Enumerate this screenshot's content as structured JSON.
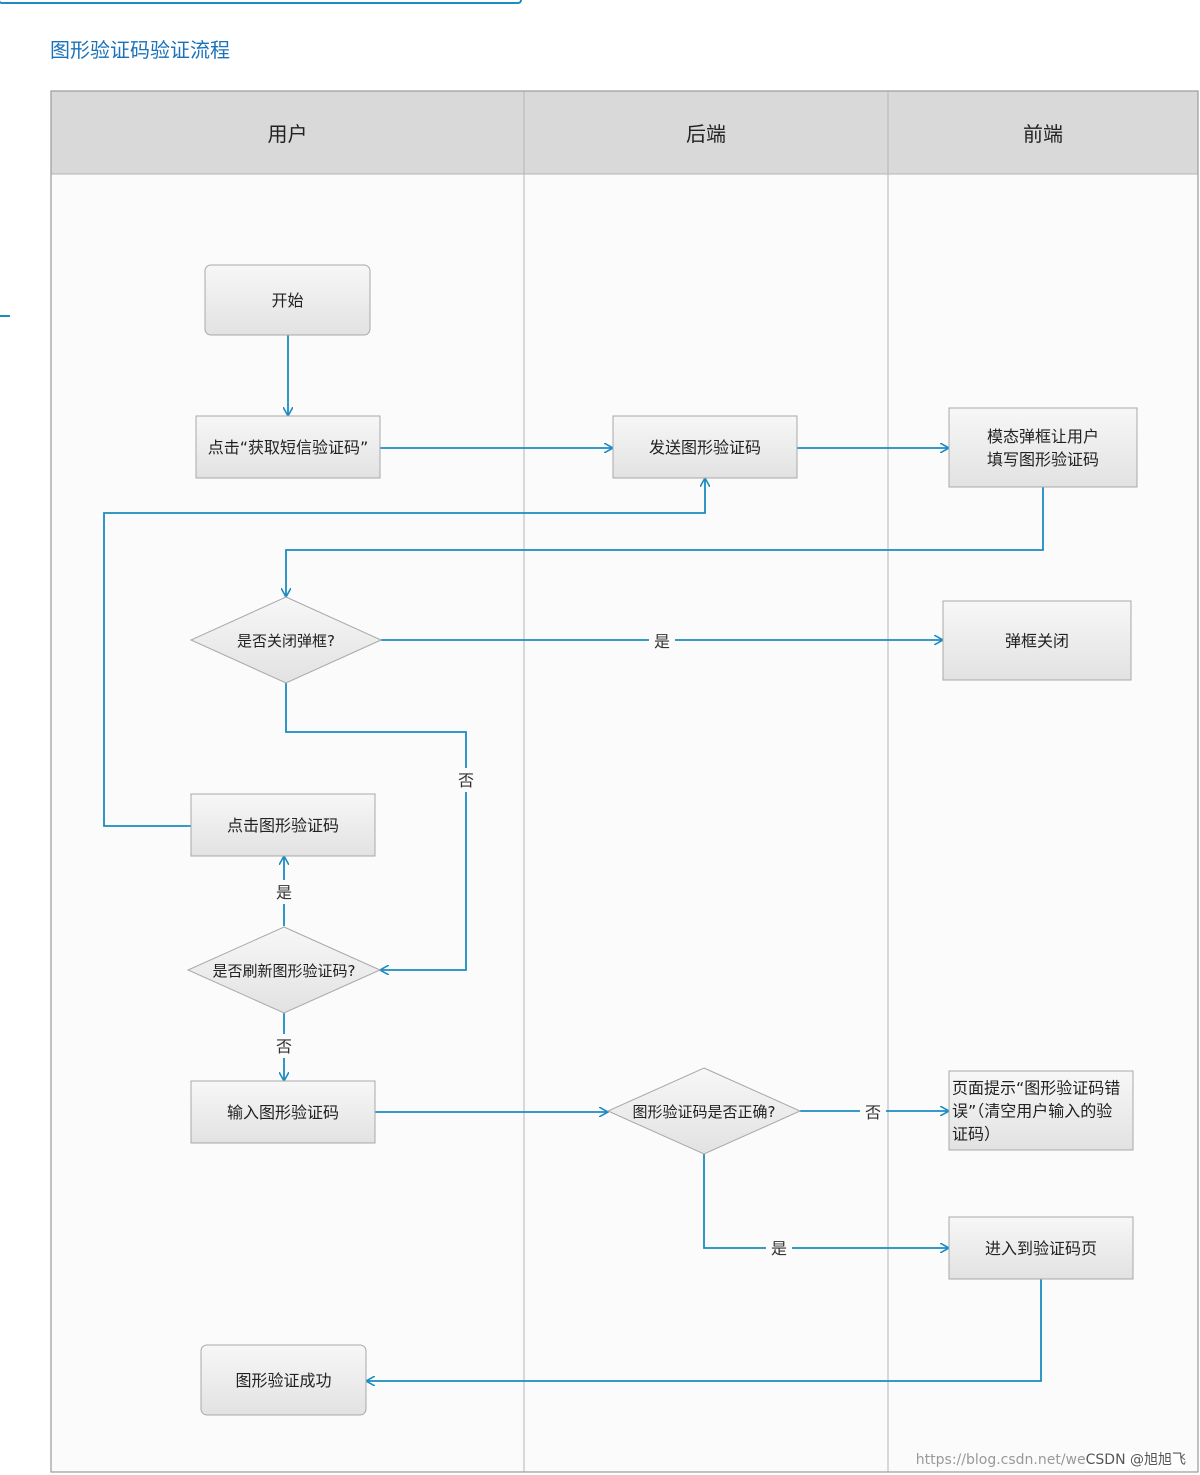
{
  "page": {
    "title": "图形验证码验证流程"
  },
  "lanes": [
    {
      "id": "user",
      "label": "用户"
    },
    {
      "id": "backend",
      "label": "后端"
    },
    {
      "id": "frontend",
      "label": "前端"
    }
  ],
  "nodes": [
    {
      "id": "start",
      "shape": "rounded",
      "lines": [
        "开始"
      ]
    },
    {
      "id": "click-get-sms",
      "shape": "rect",
      "lines": [
        "点击“获取短信验证码”"
      ]
    },
    {
      "id": "send-captcha",
      "shape": "rect",
      "lines": [
        "发送图形验证码"
      ]
    },
    {
      "id": "modal-fill",
      "shape": "rect",
      "lines": [
        "模态弹框让用户",
        "填写图形验证码"
      ]
    },
    {
      "id": "close-modal-q",
      "shape": "diamond",
      "lines": [
        "是否关闭弹框?"
      ]
    },
    {
      "id": "modal-closed",
      "shape": "rect",
      "lines": [
        "弹框关闭"
      ]
    },
    {
      "id": "click-captcha",
      "shape": "rect",
      "lines": [
        "点击图形验证码"
      ]
    },
    {
      "id": "refresh-q",
      "shape": "diamond",
      "lines": [
        "是否刷新图形验证码?"
      ]
    },
    {
      "id": "input-captcha",
      "shape": "rect",
      "lines": [
        "输入图形验证码"
      ]
    },
    {
      "id": "captcha-correct-q",
      "shape": "diamond",
      "lines": [
        "图形验证码是否正确?"
      ]
    },
    {
      "id": "error-tip",
      "shape": "rect",
      "lines": [
        "页面提示“图形验证码错",
        "误”（清空用户输入的验",
        "证码）"
      ]
    },
    {
      "id": "goto-sms-page",
      "shape": "rect",
      "lines": [
        "进入到验证码页"
      ]
    },
    {
      "id": "captcha-success",
      "shape": "rounded",
      "lines": [
        "图形验证成功"
      ]
    }
  ],
  "edges": [
    {
      "from": "start",
      "to": "click-get-sms",
      "label": ""
    },
    {
      "from": "click-get-sms",
      "to": "send-captcha",
      "label": ""
    },
    {
      "from": "send-captcha",
      "to": "modal-fill",
      "label": ""
    },
    {
      "from": "modal-fill",
      "to": "close-modal-q",
      "label": ""
    },
    {
      "from": "close-modal-q",
      "to": "modal-closed",
      "label": "是"
    },
    {
      "from": "close-modal-q",
      "to": "refresh-q",
      "label": "否"
    },
    {
      "from": "refresh-q",
      "to": "click-captcha",
      "label": "是"
    },
    {
      "from": "click-captcha",
      "to": "send-captcha",
      "label": ""
    },
    {
      "from": "refresh-q",
      "to": "input-captcha",
      "label": "否"
    },
    {
      "from": "input-captcha",
      "to": "captcha-correct-q",
      "label": ""
    },
    {
      "from": "captcha-correct-q",
      "to": "error-tip",
      "label": "否"
    },
    {
      "from": "captcha-correct-q",
      "to": "goto-sms-page",
      "label": "是"
    },
    {
      "from": "goto-sms-page",
      "to": "captcha-success",
      "label": ""
    }
  ],
  "colors": {
    "accent": "#1b8cc0",
    "title": "#1b72b8",
    "header_bg": "#d9d9d9",
    "node_fill_top": "#f7f7f7",
    "node_fill_bottom": "#e2e2e2",
    "node_border": "#a8a8a8",
    "grid": "#b5b5b5"
  },
  "watermark": {
    "url": "https://blog.csdn.net/we",
    "credit": "CSDN @旭旭飞"
  }
}
